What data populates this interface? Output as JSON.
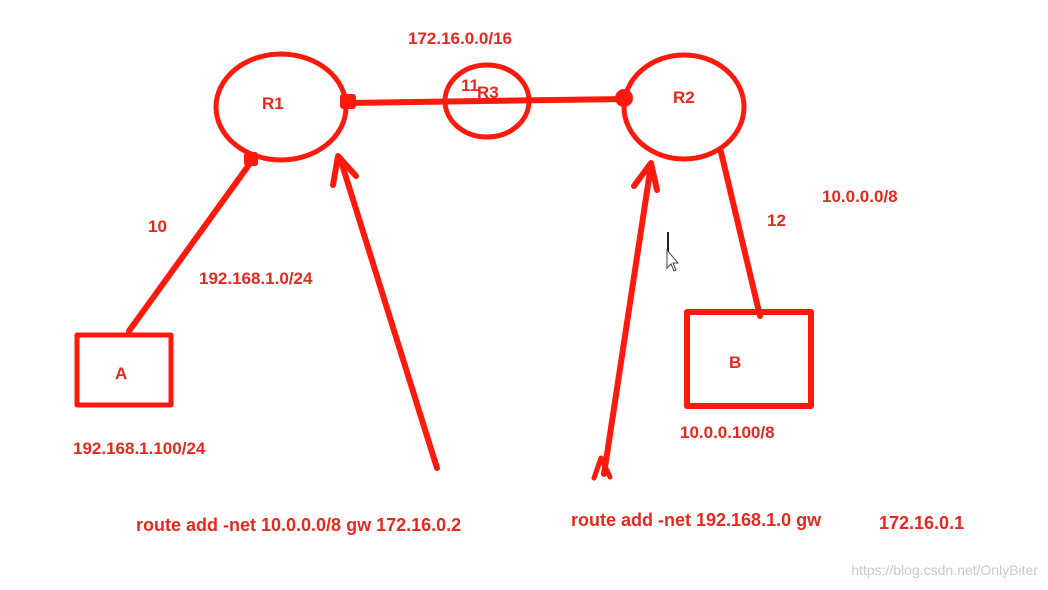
{
  "colors": {
    "ink": "#e8281e",
    "background": "#ffffff",
    "watermark": "#c9c9c9"
  },
  "nodes": {
    "r1": "R1",
    "r2": "R2",
    "r3": "R3",
    "host_a": "A",
    "host_b": "B"
  },
  "networks": {
    "transit": "172.16.0.0/16",
    "left_lan": "192.168.1.0/24",
    "right_lan": "10.0.0.0/8"
  },
  "interfaces": {
    "r1_lan_port": "10",
    "r3_port": "11",
    "r2_lan_port": "12"
  },
  "hosts": {
    "a_address": "192.168.1.100/24",
    "b_address": "10.0.0.100/8"
  },
  "commands": {
    "r1_route": "route add -net 10.0.0.0/8  gw 172.16.0.2",
    "r2_route_prefix": "route add -net 192.168.1.0 gw",
    "r2_route_gateway": "172.16.0.1"
  },
  "watermark": "https://blog.csdn.net/OnlyBiter"
}
